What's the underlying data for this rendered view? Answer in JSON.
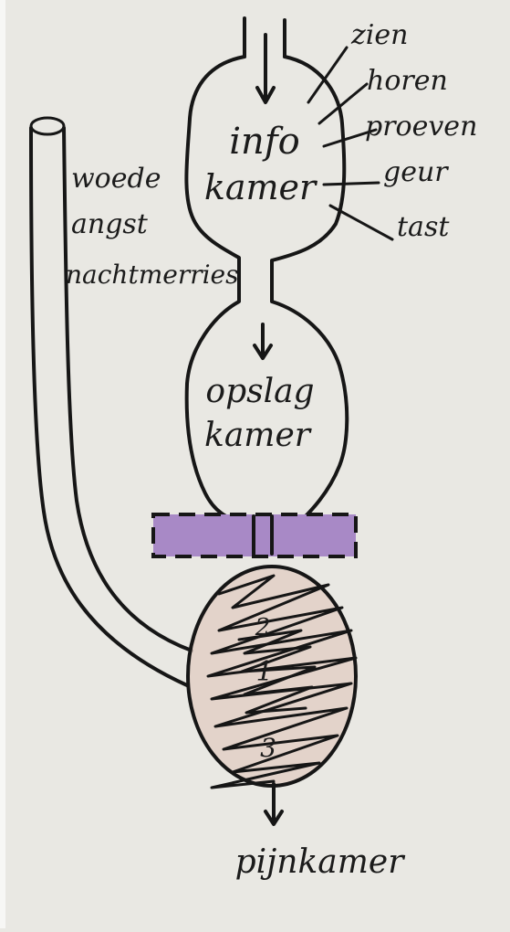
{
  "diagram": {
    "senses": [
      "zien",
      "horen",
      "proeven",
      "geur",
      "tast"
    ],
    "info_chamber": {
      "line1": "info",
      "line2": "kamer"
    },
    "storage_chamber": {
      "line1": "opslag",
      "line2": "kamer"
    },
    "emotions": [
      "woede",
      "angst",
      "nachtmerries"
    ],
    "trauma_layers": [
      "2",
      "1",
      "3"
    ],
    "pain_chamber": "pijnkamer",
    "colors": {
      "paper": "#e9e8e3",
      "ink": "#161616",
      "barrier": "#a889c6",
      "trauma_fill": "#e2cfc6"
    }
  }
}
